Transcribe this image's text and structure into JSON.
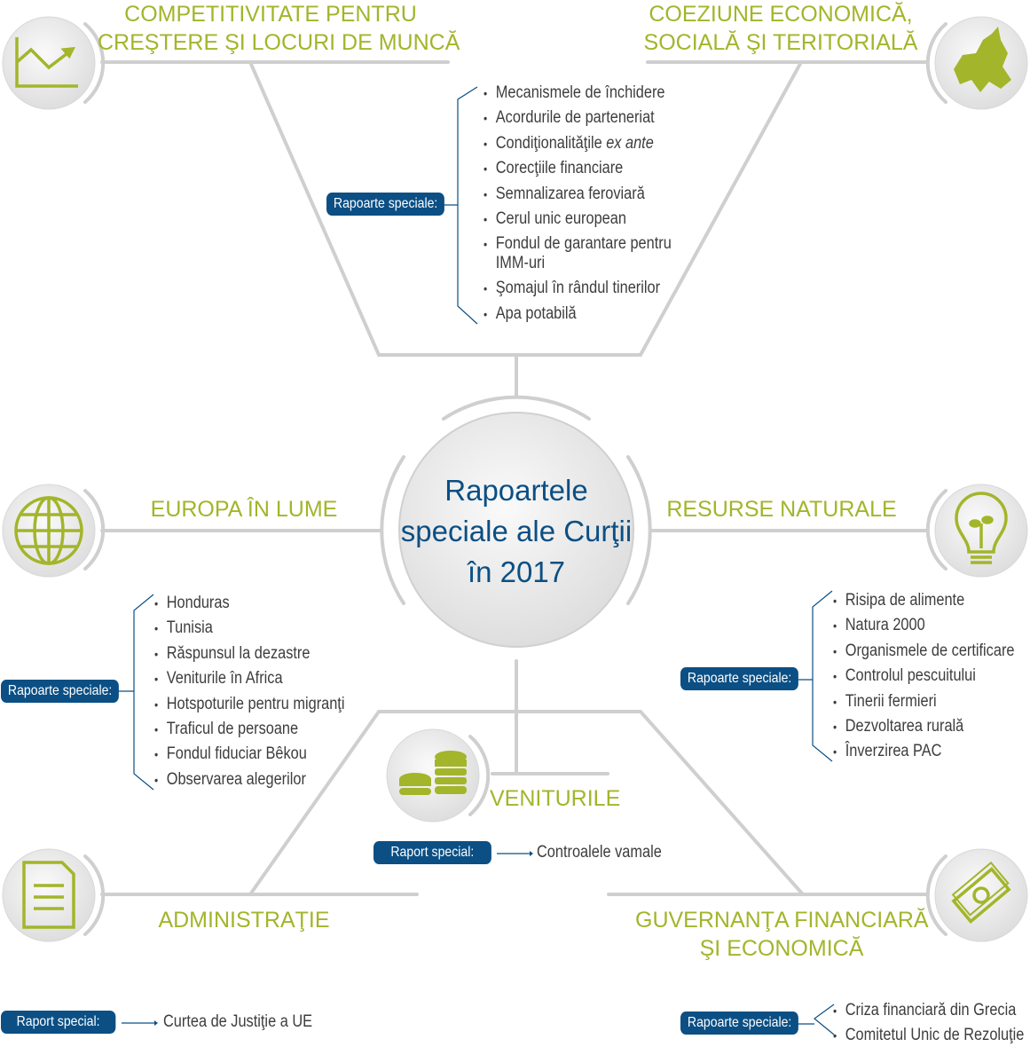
{
  "center_title": [
    "Rapoartele",
    "speciale ale Curţii",
    "în 2017"
  ],
  "colors": {
    "accent": "#a3b52a",
    "navy": "#0b4f84",
    "line": "#cfcfcf"
  },
  "branches": {
    "competitivitate": {
      "title": [
        "COMPETITIVITATE PENTRU",
        "CREŞTERE ŞI LOCURI DE MUNCĂ"
      ],
      "icon": "chart-up-icon"
    },
    "coeziune": {
      "title": [
        "COEZIUNE ECONOMICĂ,",
        "SOCIALĂ ŞI TERITORIALĂ"
      ],
      "icon": "europe-map-icon",
      "badge": "Rapoarte speciale:",
      "items": [
        "Mecanismele de închidere",
        "Acordurile de parteneriat",
        "Condiţionalităţile",
        "ex ante",
        "Corecţiile financiare",
        "Semnalizarea feroviară",
        "Cerul unic european",
        "Fondul de garantare pentru IMM-uri",
        "Şomajul în rândul tinerilor",
        "Apa potabilă"
      ]
    },
    "europa": {
      "title": "EUROPA ÎN LUME",
      "icon": "globe-icon",
      "badge": "Rapoarte speciale:",
      "items": [
        "Honduras",
        "Tunisia",
        "Răspunsul la dezastre",
        "Veniturile în Africa",
        "Hotspoturile pentru migranţi",
        "Traficul de persoane",
        "Fondul fiduciar Bêkou",
        "Observarea alegerilor"
      ]
    },
    "resurse": {
      "title": "RESURSE NATURALE",
      "icon": "lightbulb-plant-icon",
      "badge": "Rapoarte speciale:",
      "items": [
        "Risipa de alimente",
        "Natura 2000",
        "Organismele de certificare",
        "Controlul pescuitului",
        "Tinerii fermieri",
        "Dezvoltarea rurală",
        "Înverzirea PAC"
      ]
    },
    "venituri": {
      "title": "VENITURILE",
      "icon": "coins-icon",
      "badge": "Raport special:",
      "items": [
        "Controalele vamale"
      ]
    },
    "administratie": {
      "title": "ADMINISTRAŢIE",
      "icon": "document-icon",
      "badge": "Raport special:",
      "items": [
        "Curtea de Justiţie a UE"
      ]
    },
    "guvernanta": {
      "title": [
        "GUVERNANŢA FINANCIARĂ",
        "ŞI ECONOMICĂ"
      ],
      "icon": "banknotes-icon",
      "badge": "Rapoarte speciale:",
      "items": [
        "Criza financiară din Grecia",
        "Comitetul Unic de Rezoluţie"
      ]
    }
  }
}
